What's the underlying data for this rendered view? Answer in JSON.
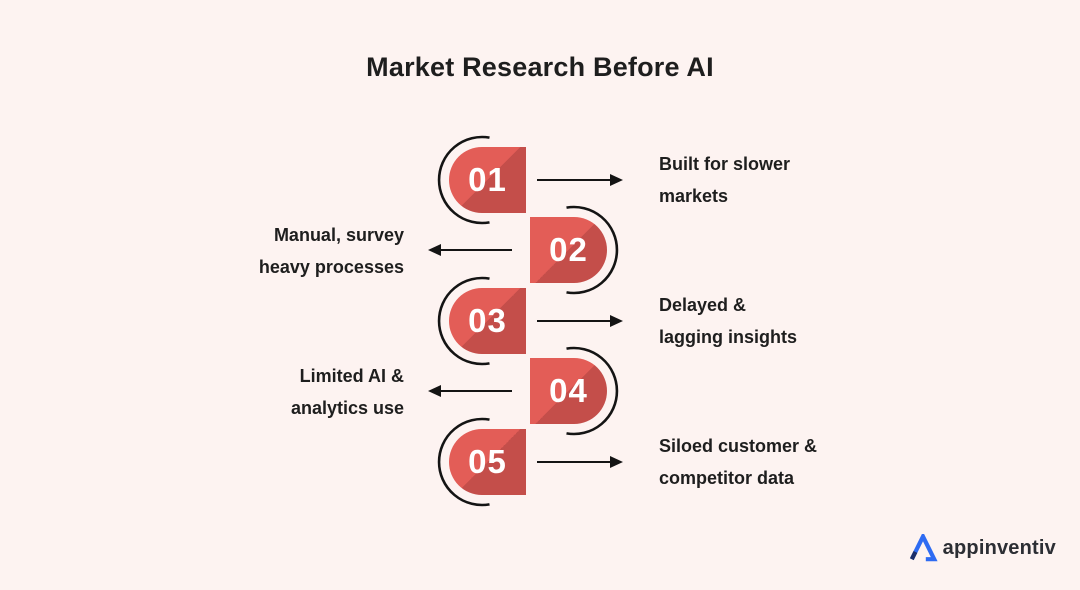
{
  "title": "Market Research Before AI",
  "colors": {
    "background": "#fdf3f1",
    "pill_light": "#e35d57",
    "pill_dark": "#c44e4a",
    "line": "#141414",
    "text": "#1e1e1e",
    "number": "#ffffff",
    "logo_blue": "#2e6bf2",
    "logo_navy": "#1c2e68",
    "logo_text": "#2c2e34"
  },
  "steps": [
    {
      "num": "01",
      "side": "right",
      "label_line1": "Built for slower",
      "label_line2": "markets"
    },
    {
      "num": "02",
      "side": "left",
      "label_line1": "Manual, survey",
      "label_line2": "heavy processes"
    },
    {
      "num": "03",
      "side": "right",
      "label_line1": "Delayed &",
      "label_line2": "lagging insights"
    },
    {
      "num": "04",
      "side": "left",
      "label_line1": "Limited AI &",
      "label_line2": "analytics use"
    },
    {
      "num": "05",
      "side": "right",
      "label_line1": "Siloed customer &",
      "label_line2": "competitor data"
    }
  ],
  "logo": {
    "text": "appinventiv"
  }
}
